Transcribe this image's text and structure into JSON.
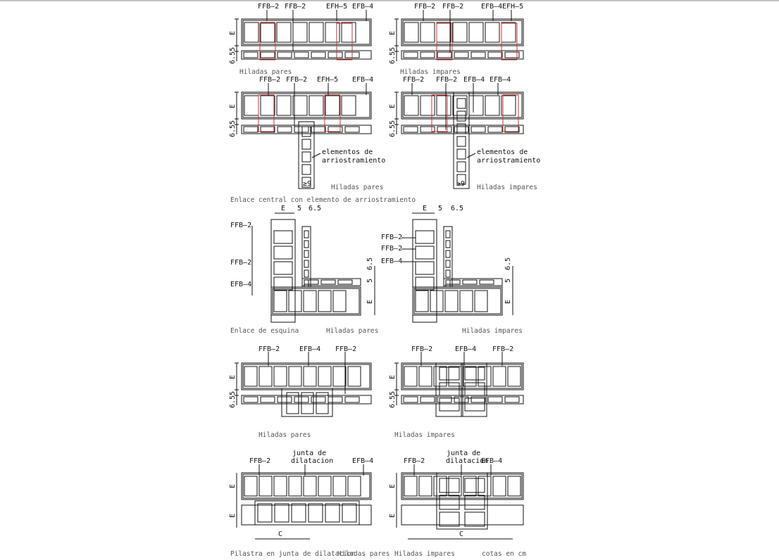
{
  "detail1": {
    "pares": {
      "labels": [
        "FFB–2",
        "FFB–2",
        "EFH–5",
        "EFB–4"
      ],
      "caption": "Hiladas pares"
    },
    "impares": {
      "labels": [
        "FFB–2",
        "FFB–2",
        "EFB–4",
        "EFH–5"
      ],
      "caption": "Hiladas impares"
    }
  },
  "detail2": {
    "pares": {
      "labels": [
        "FFB–2",
        "FFB–2",
        "EFH–5",
        "EFB–4"
      ],
      "note1": "elementos de",
      "note2": "arriostramiento",
      "caption": "Hiladas pares",
      "dim": "≥9"
    },
    "impares": {
      "labels": [
        "FFB–2",
        "FFB–2",
        "EFB–4",
        "EFB–4"
      ],
      "note1": "elementos de",
      "note2": "arriostramiento",
      "caption": "Hiladas impares",
      "dim": "≥9"
    },
    "title": "Enlace central con elemento de arriostramiento"
  },
  "detail3": {
    "pares": {
      "labels": [
        "FFB–2",
        "FFB–2",
        "EFB–4"
      ],
      "caption": "Hiladas pares"
    },
    "impares": {
      "labels": [
        "FFB–2",
        "FFB–2",
        "EFB–4"
      ],
      "caption": "Hiladas impares"
    },
    "title": "Enlace de esquina"
  },
  "detail4": {
    "pares": {
      "labels": [
        "FFB–2",
        "EFB–4",
        "FFB–2"
      ],
      "caption": "Hiladas pares"
    },
    "impares": {
      "labels": [
        "FFB–2",
        "EFB–4",
        "FFB–2"
      ],
      "caption": "Hiladas impares"
    }
  },
  "detail5": {
    "pares": {
      "labels": [
        "FFB–2",
        "junta de",
        "dilatacion",
        "EFB–4"
      ],
      "caption": "Hiladas pares",
      "dimC": "C"
    },
    "impares": {
      "labels": [
        "FFB–2",
        "junta de",
        "dilatacion",
        "EFB–4"
      ],
      "caption": "Hiladas impares",
      "dimC": "C"
    },
    "title": "Pilastra en junta de dilatacion",
    "units": "cotas en cm"
  },
  "dims": {
    "E": "E",
    "five": "5",
    "sixfive": "6.5"
  }
}
